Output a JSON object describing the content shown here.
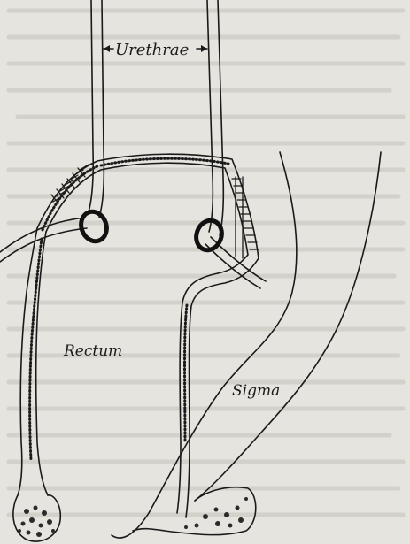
{
  "labels": {
    "urethrae": "Urethrae",
    "rectum": "Rectum",
    "sigma": "Sigma"
  },
  "colors": {
    "paper": "#e6e4de",
    "ink": "#1a1a1a",
    "bleed_text": "#c9c7c1"
  }
}
